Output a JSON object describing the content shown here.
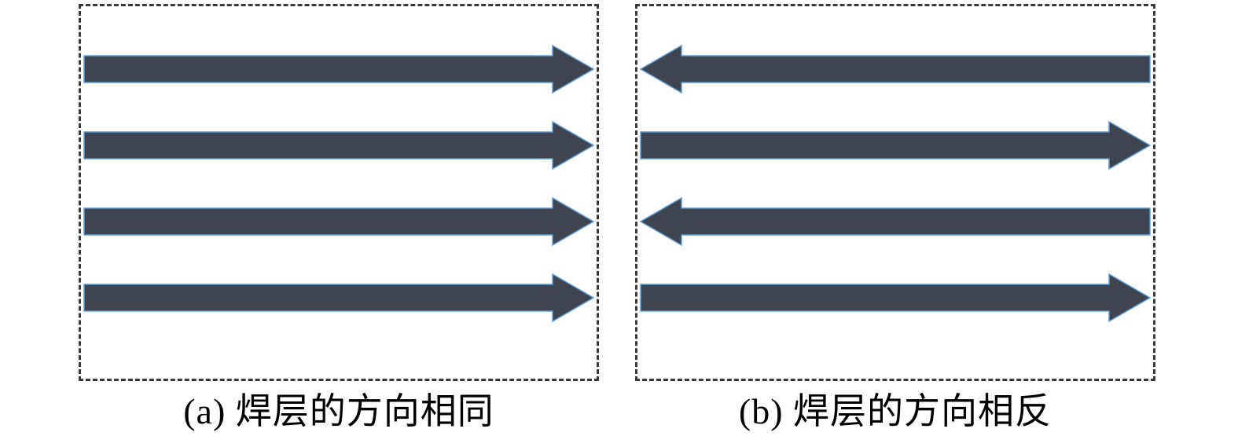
{
  "figure": {
    "description_names": [
      "panel-a",
      "panel-b"
    ]
  },
  "panels": [
    {
      "id": "a",
      "caption": "(a) 焊层的方向相同",
      "arrow_directions": [
        "right",
        "right",
        "right",
        "right"
      ]
    },
    {
      "id": "b",
      "caption": "(b) 焊层的方向相反",
      "arrow_directions": [
        "left",
        "right",
        "left",
        "right"
      ]
    }
  ],
  "colors": {
    "arrow_fill": "#3e4450",
    "arrow_outline": "#5b9bd5",
    "box_border": "#3a3a3a",
    "background": "#ffffff",
    "caption_text": "#000000"
  }
}
